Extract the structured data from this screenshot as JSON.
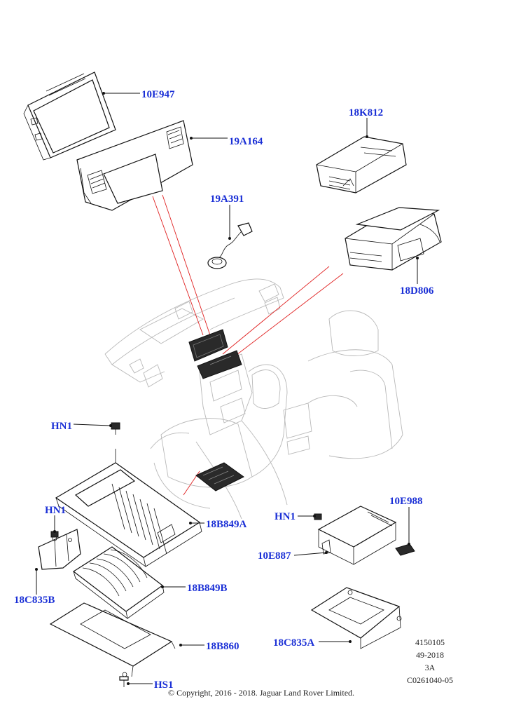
{
  "callouts": {
    "c10E947": "10E947",
    "c19A164": "19A164",
    "c18K812": "18K812",
    "c19A391": "19A391",
    "c18D806": "18D806",
    "cHN1_top": "HN1",
    "cHN1_left": "HN1",
    "cHN1_right": "HN1",
    "c18B849A": "18B849A",
    "c10E988": "10E988",
    "c10E887": "10E887",
    "c18C835B": "18C835B",
    "c18B849B": "18B849B",
    "c18B860": "18B860",
    "c18C835A": "18C835A",
    "cHS1": "HS1"
  },
  "metadata": {
    "line1": "4150105",
    "line2": "49-2018",
    "line3": "3A",
    "line4": "C0261040-05"
  },
  "copyright": "© Copyright, 2016 - 2018. Jaguar Land Rover Limited.",
  "colors": {
    "callout": "#1a2fd6",
    "leader": "#111111",
    "highlight": "#e02020"
  }
}
